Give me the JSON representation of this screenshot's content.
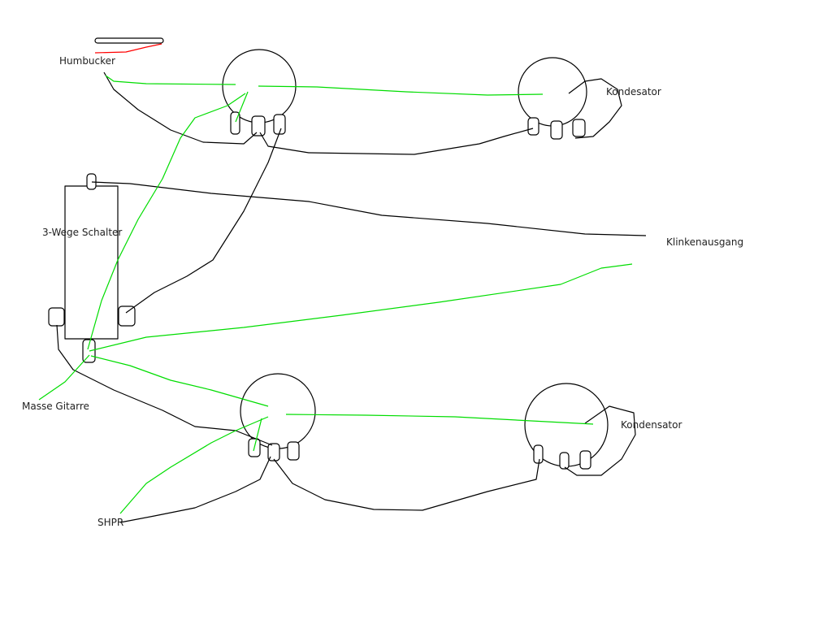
{
  "labels": {
    "humbucker": "Humbucker",
    "kondensator_top": "Kondesator",
    "switch": "3-Wege Schalter",
    "output_jack": "Klinkenausgang",
    "ground": "Masse Gitarre",
    "kondensator_bottom": "Kondensator",
    "single_coil": "SHPR"
  },
  "colors": {
    "wire_black": "#000000",
    "wire_green": "#00dd00",
    "wire_red": "#ff0000"
  }
}
